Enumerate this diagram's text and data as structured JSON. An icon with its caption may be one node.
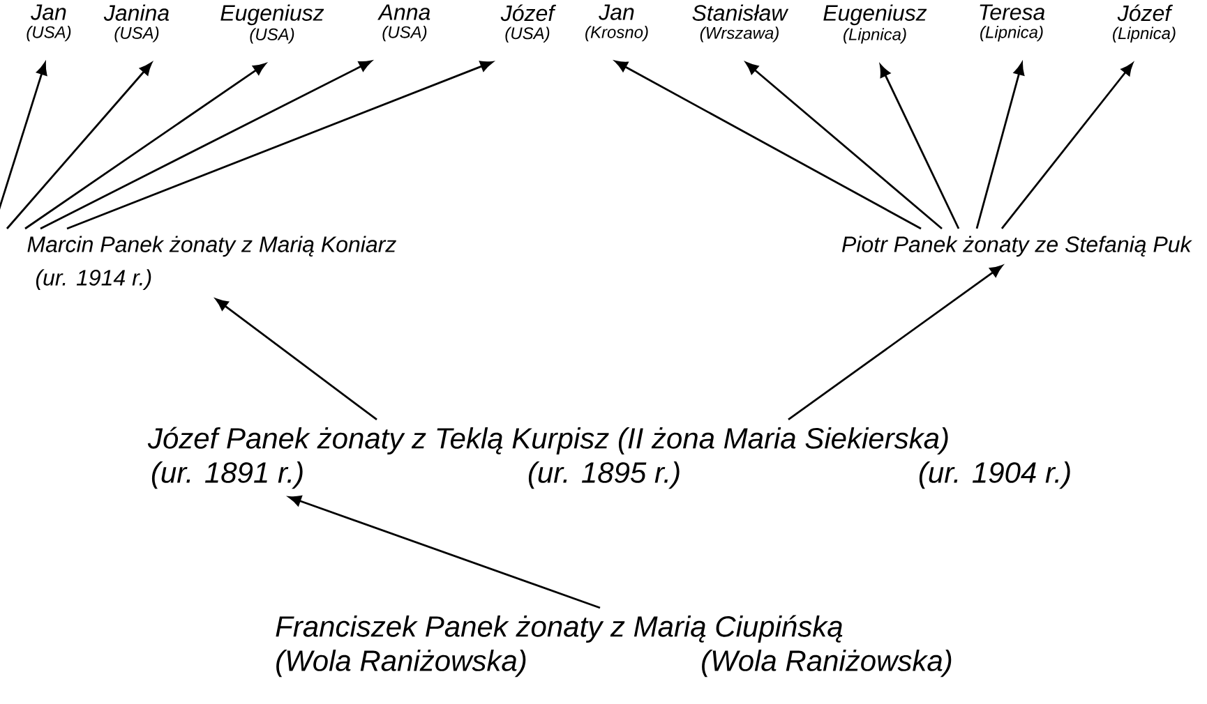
{
  "diagram": {
    "nodes": [
      {
        "text": [
          "Jan",
          "(USA)"
        ]
      },
      {
        "text": [
          "Janina",
          "(USA)"
        ]
      },
      {
        "text": [
          "Eugeniusz",
          "(USA)"
        ]
      },
      {
        "text": [
          "Anna",
          "(USA)"
        ]
      },
      {
        "text": [
          "Józef",
          "(USA)"
        ]
      },
      {
        "text": [
          "Jan",
          "(Krosno)"
        ]
      },
      {
        "text": [
          "Stanisław",
          "(Wrszawa)"
        ]
      },
      {
        "text": [
          "Eugeniusz",
          "(Lipnica)"
        ]
      },
      {
        "text": [
          "Teresa",
          "(Lipnica)"
        ]
      },
      {
        "text": [
          "Józef",
          "(Lipnica)"
        ]
      },
      {
        "text": [
          "Marcin Panek żonaty z Marią Koniarz",
          "(ur. 1914 r.)"
        ]
      },
      {
        "text": [
          "Piotr Panek żonaty ze Stefanią Puk"
        ]
      },
      {
        "text": [
          "Józef Panek żonaty z Teklą Kurpisz (II żona Maria Siekierska)",
          "(ur. 1891 r.)",
          "(ur. 1895 r.)",
          "(ur. 1904 r.)"
        ]
      },
      {
        "text": [
          "Franciszek Panek żonaty z Marią Ciupińską",
          "(Wola Raniżowska)",
          "(Wola Raniżowska)"
        ]
      }
    ],
    "edges": [
      {
        "from": 10,
        "to": 0,
        "arrow": "to"
      },
      {
        "from": 10,
        "to": 1,
        "arrow": "to"
      },
      {
        "from": 10,
        "to": 2,
        "arrow": "to"
      },
      {
        "from": 10,
        "to": 3,
        "arrow": "to"
      },
      {
        "from": 10,
        "to": 4,
        "arrow": "to"
      },
      {
        "from": 11,
        "to": 5,
        "arrow": "to"
      },
      {
        "from": 11,
        "to": 6,
        "arrow": "to"
      },
      {
        "from": 11,
        "to": 7,
        "arrow": "to"
      },
      {
        "from": 11,
        "to": 8,
        "arrow": "to"
      },
      {
        "from": 11,
        "to": 9,
        "arrow": "to"
      },
      {
        "from": 12,
        "to": 10,
        "arrow": "to"
      },
      {
        "from": 12,
        "to": 11,
        "arrow": "to"
      },
      {
        "from": 13,
        "to": 12,
        "arrow": "to"
      }
    ]
  }
}
